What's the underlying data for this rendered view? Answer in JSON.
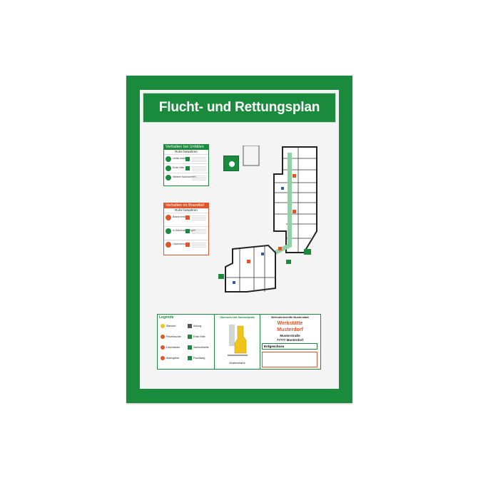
{
  "sign": {
    "title": "Flucht- und Rettungsplan",
    "colors": {
      "frame": "#1a8a3c",
      "paper": "#f3f4f3",
      "fire": "#e0552a",
      "yellow": "#f0c419"
    }
  },
  "accident_card": {
    "heading": "Verhalten bei Unfällen",
    "subheading": "Ruhe bewahren",
    "rows": [
      {
        "label": "Unfall melden",
        "icon": "phone-icon"
      },
      {
        "label": "Erste Hilfe",
        "icon": "first-aid-icon"
      },
      {
        "label": "Weitere Maßnahmen",
        "icon": "info-icon"
      }
    ]
  },
  "fire_card": {
    "heading": "Verhalten im Brandfall",
    "subheading": "Ruhe bewahren",
    "rows": [
      {
        "label": "Brand melden",
        "icon": "fire-alarm-icon"
      },
      {
        "label": "in Sicherheit bringen",
        "icon": "exit-icon"
      },
      {
        "label": "Löschversuch",
        "icon": "extinguisher-icon"
      }
    ]
  },
  "legend": {
    "title": "Legende",
    "items": [
      {
        "label": "Standort",
        "icon": "you-are-here-icon",
        "color": "#f0c419"
      },
      {
        "label": "Aufzug",
        "icon": "elevator-icon",
        "color": "#555555"
      },
      {
        "label": "Feuerlöscher",
        "icon": "extinguisher-icon",
        "color": "#e0552a"
      },
      {
        "label": "Erste Hilfe",
        "icon": "first-aid-icon",
        "color": "#1a8a3c"
      },
      {
        "label": "Löschdecke",
        "icon": "fire-blanket-icon",
        "color": "#e0552a"
      },
      {
        "label": "Sammelstelle",
        "icon": "assembly-point-icon",
        "color": "#1a8a3c"
      },
      {
        "label": "Alarmgeber",
        "icon": "alarm-icon",
        "color": "#e0552a"
      },
      {
        "label": "Fluchtweg",
        "icon": "escape-route-icon",
        "color": "#1a8a3c"
      }
    ]
  },
  "overview": {
    "title": "Übersicht mit Sammelplatz",
    "caption": "Musterstraße"
  },
  "address": {
    "line1": "Behindertenhilfe Musterstadt",
    "line2": "Werkstätte",
    "line3": "Musterdorf",
    "line4": "Musterstraße",
    "line5": "77777 Musterdorf",
    "floor": "Erdgeschoss"
  }
}
